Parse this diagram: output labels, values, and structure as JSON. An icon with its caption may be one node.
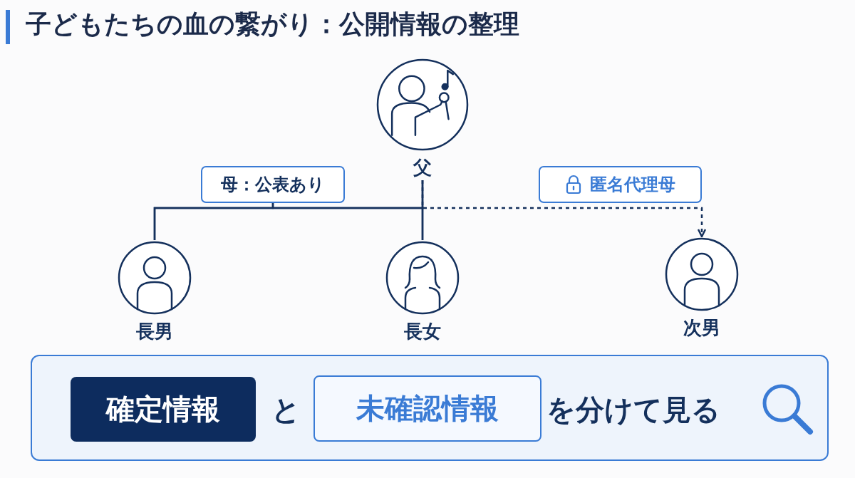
{
  "diagram": {
    "title": "子どもたちの血の繋がり：公開情報の整理",
    "nodes": [
      {
        "text": [
          "父"
        ]
      },
      {
        "text": [
          "長男"
        ]
      },
      {
        "text": [
          "長女"
        ]
      },
      {
        "text": [
          "次男"
        ]
      },
      {
        "text": [
          "母：公表あり"
        ]
      },
      {
        "text": [
          "匿名代理母"
        ]
      },
      {
        "text": [
          "と",
          "を分けて見る"
        ]
      },
      {
        "text": [
          "確定情報"
        ],
        "in": 6
      },
      {
        "text": [
          "未確認情報"
        ],
        "in": 6
      }
    ],
    "edges": [
      {
        "from": 0,
        "to": 1,
        "arrow": "none"
      },
      {
        "from": 0,
        "to": 2,
        "arrow": "none"
      },
      {
        "from": 4,
        "to": 1,
        "arrow": "none"
      },
      {
        "from": 4,
        "to": 2,
        "arrow": "none"
      },
      {
        "from": 0,
        "to": 3,
        "arrow": "to",
        "style": "dashed"
      }
    ]
  }
}
